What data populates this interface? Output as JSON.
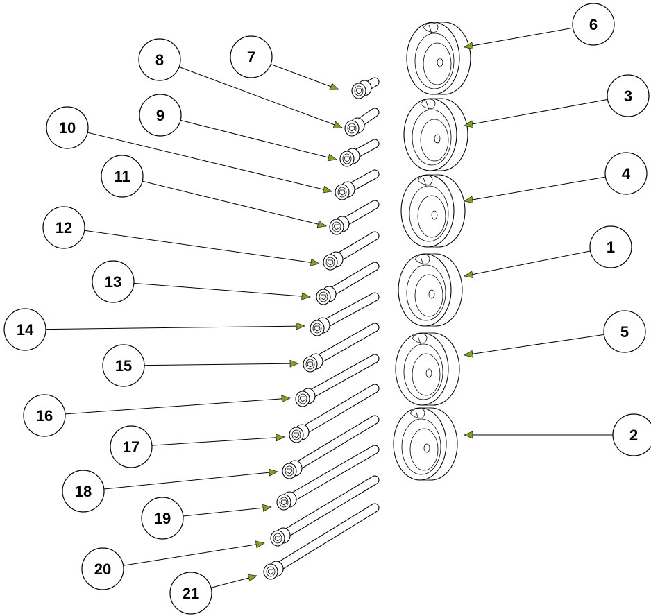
{
  "balloons": [
    {
      "label": "6"
    },
    {
      "label": "3"
    },
    {
      "label": "4"
    },
    {
      "label": "1"
    },
    {
      "label": "5"
    },
    {
      "label": "2"
    },
    {
      "label": "7"
    },
    {
      "label": "8"
    },
    {
      "label": "9"
    },
    {
      "label": "10"
    },
    {
      "label": "11"
    },
    {
      "label": "12"
    },
    {
      "label": "13"
    },
    {
      "label": "14"
    },
    {
      "label": "15"
    },
    {
      "label": "16"
    },
    {
      "label": "17"
    },
    {
      "label": "18"
    },
    {
      "label": "19"
    },
    {
      "label": "20"
    },
    {
      "label": "21"
    }
  ],
  "colors": {
    "arrow": "#7fa32a",
    "line": "#000000",
    "background": "#ffffff"
  }
}
